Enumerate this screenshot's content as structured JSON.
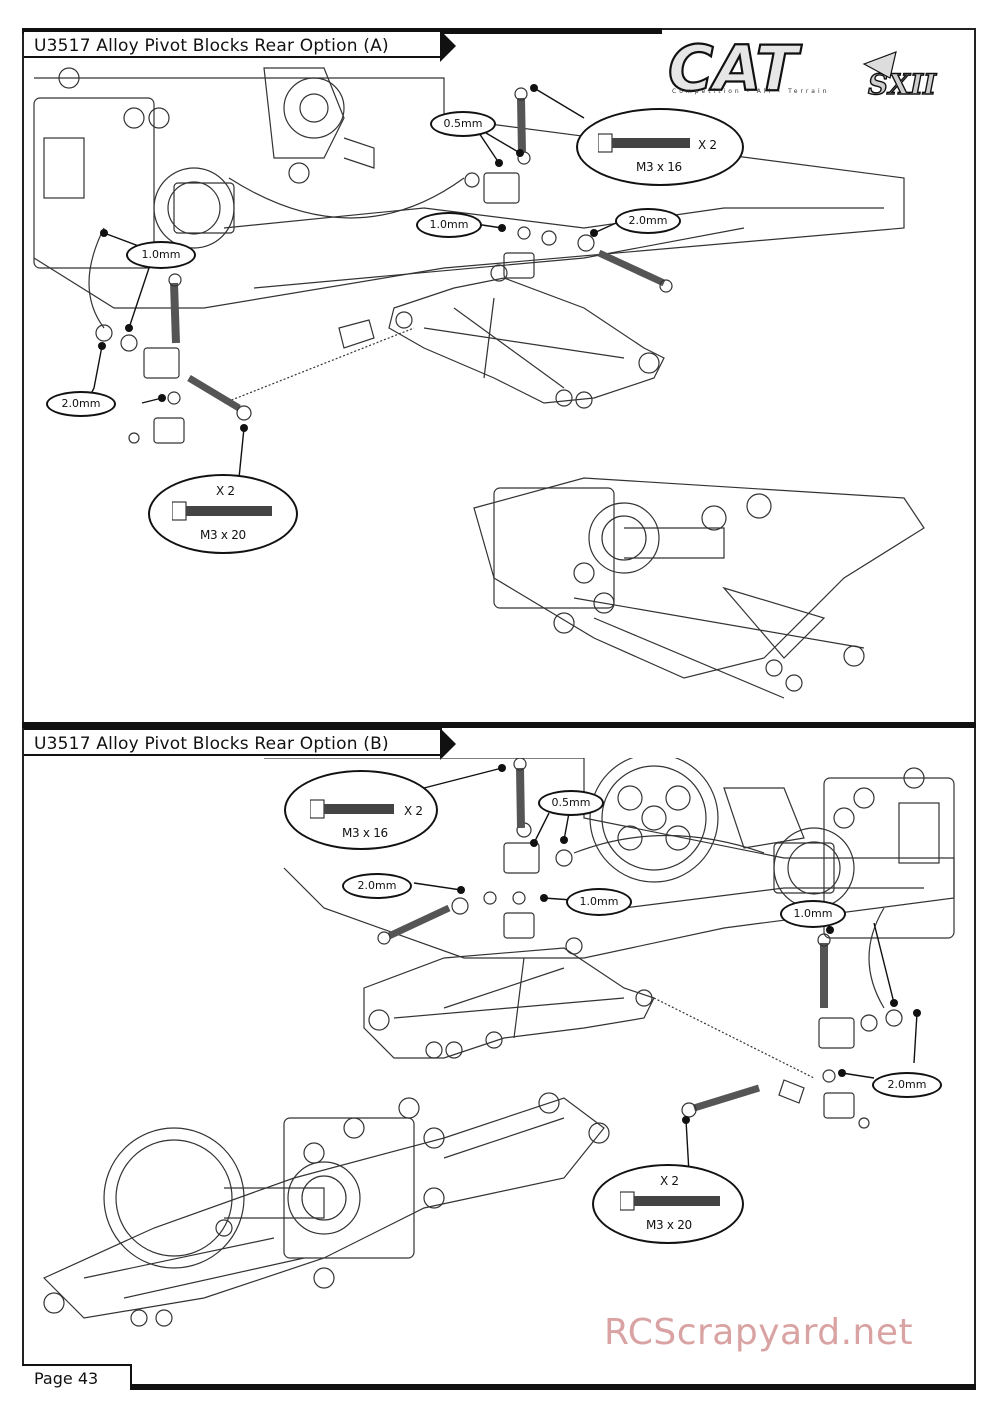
{
  "sections": [
    {
      "title": "U3517 Alloy Pivot Blocks Rear Option (A)",
      "callouts": {
        "washer_05": "0.5mm",
        "washer_10_top": "1.0mm",
        "washer_20_right": "2.0mm",
        "washer_10_left": "1.0mm",
        "washer_20_left": "2.0mm",
        "screw_m3x16_qty": "X 2",
        "screw_m3x16": "M3 x 16",
        "screw_m3x20_qty": "X 2",
        "screw_m3x20": "M3 x 20"
      }
    },
    {
      "title": "U3517 Alloy Pivot Blocks Rear Option (B)",
      "callouts": {
        "screw_m3x16_qty": "X 2",
        "screw_m3x16": "M3 x 16",
        "washer_05": "0.5mm",
        "washer_20_left": "2.0mm",
        "washer_10_mid": "1.0mm",
        "washer_10_right": "1.0mm",
        "washer_20_right": "2.0mm",
        "screw_m3x20_qty": "X 2",
        "screw_m3x20": "M3 x 20"
      }
    }
  ],
  "logo": {
    "main": "CAT",
    "suffix": "SXII",
    "tagline": "Competition - All - Terrain"
  },
  "footer": {
    "page": "Page 43",
    "watermark": "RCScrapyard.net"
  }
}
